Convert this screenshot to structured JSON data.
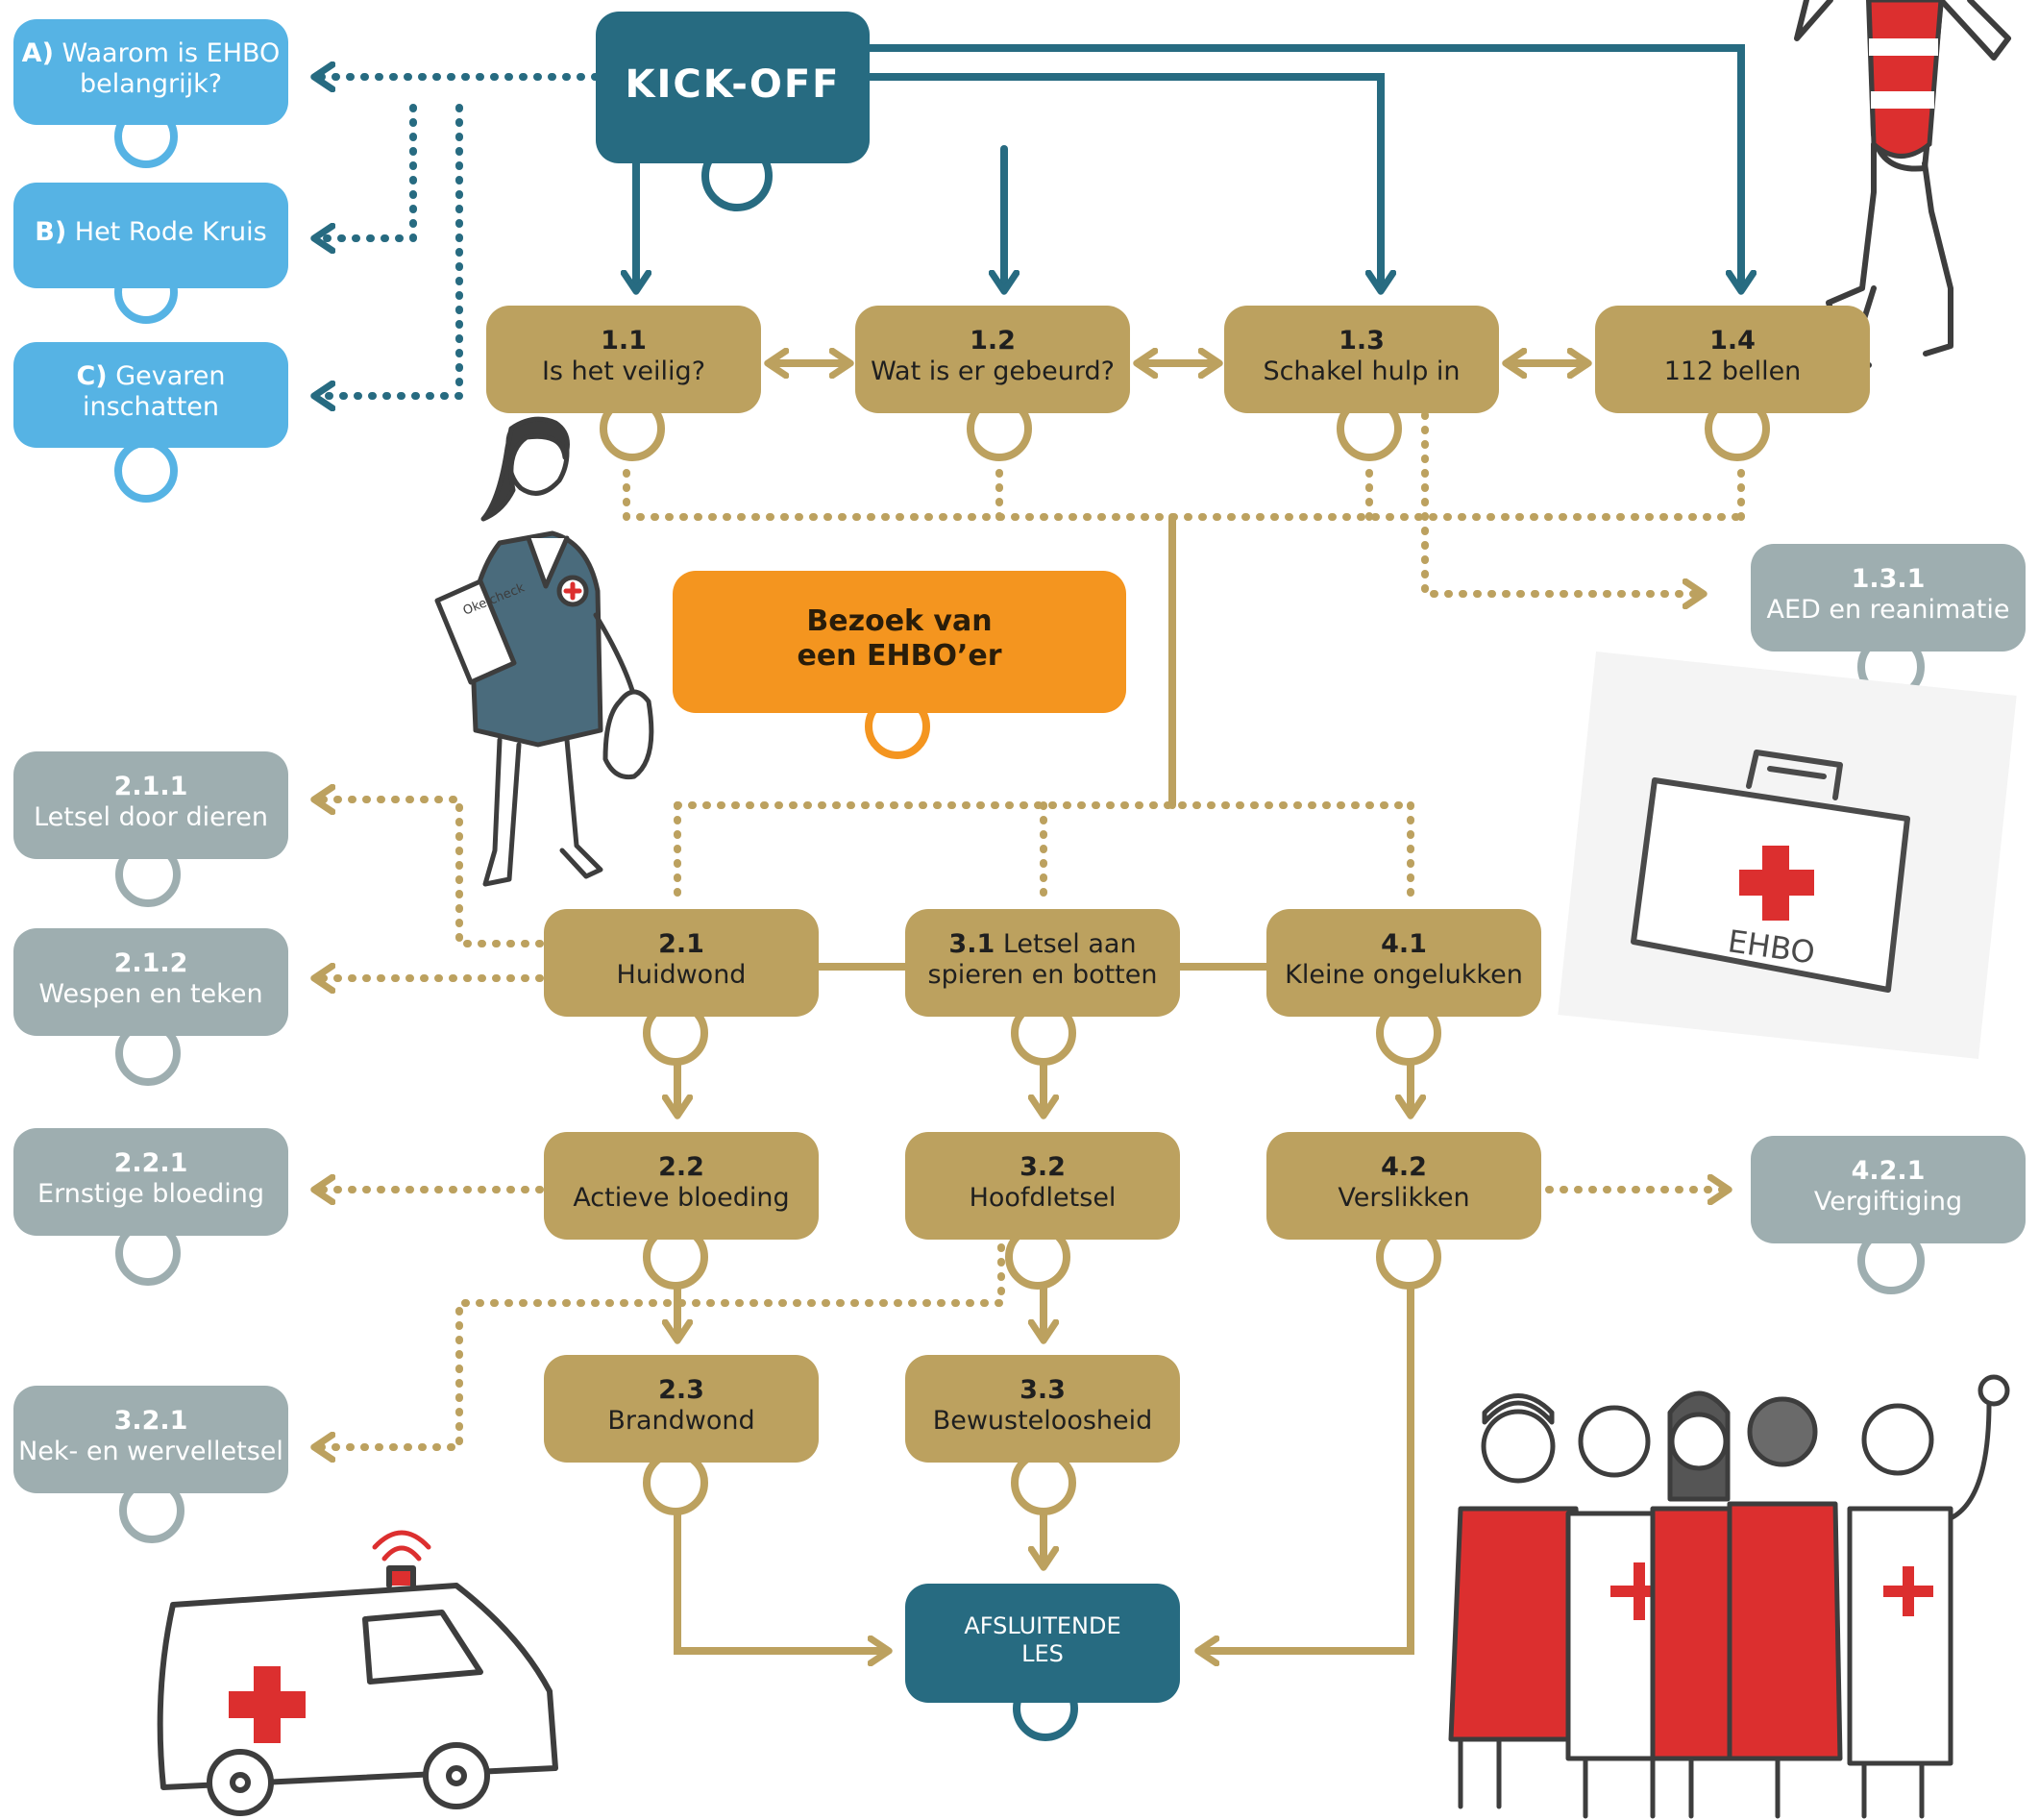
{
  "colors": {
    "blue": "#56b3e4",
    "teal": "#276b81",
    "gold": "#bca15f",
    "grey": "#9eaeb0",
    "orange": "#f4951f",
    "red": "#dc2f2f"
  },
  "intro": {
    "a": {
      "key": "A)",
      "text": "Waarom is EHBO belangrijk?"
    },
    "b": {
      "key": "B)",
      "text": "Het Rode Kruis"
    },
    "c": {
      "key": "C)",
      "text": "Gevaren inschatten"
    }
  },
  "kickoff": "KICK-OFF",
  "lessons": {
    "l1_1": {
      "num": "1.1",
      "label": "Is het veilig?"
    },
    "l1_2": {
      "num": "1.2",
      "label": "Wat is er gebeurd?"
    },
    "l1_3": {
      "num": "1.3",
      "label": "Schakel hulp in"
    },
    "l1_4": {
      "num": "1.4",
      "label": "112 bellen"
    },
    "l2_1": {
      "num": "2.1",
      "label": "Huidwond"
    },
    "l3_1": {
      "num": "3.1",
      "label": "Letsel aan spieren en botten"
    },
    "l4_1": {
      "num": "4.1",
      "label": "Kleine ongelukken"
    },
    "l2_2": {
      "num": "2.2",
      "label": "Actieve bloeding"
    },
    "l3_2": {
      "num": "3.2",
      "label": "Hoofdletsel"
    },
    "l4_2": {
      "num": "4.2",
      "label": "Verslikken"
    },
    "l2_3": {
      "num": "2.3",
      "label": "Brandwond"
    },
    "l3_3": {
      "num": "3.3",
      "label": "Bewusteloosheid"
    }
  },
  "extras": {
    "e1_3_1": {
      "num": "1.3.1",
      "label": "AED en reanimatie"
    },
    "e2_1_1": {
      "num": "2.1.1",
      "label": "Letsel door dieren"
    },
    "e2_1_2": {
      "num": "2.1.2",
      "label": "Wespen en teken"
    },
    "e2_2_1": {
      "num": "2.2.1",
      "label": "Ernstige bloeding"
    },
    "e3_2_1": {
      "num": "3.2.1",
      "label": "Nek- en wervelletsel"
    },
    "e4_2_1": {
      "num": "4.2.1",
      "label": "Vergiftiging"
    }
  },
  "visit": "Bezoek van een EHBO’er",
  "closing": "AFSLUITENDE LES",
  "illustrations": {
    "clipboard_text": "Oke check",
    "kit_text": "EHBO"
  }
}
